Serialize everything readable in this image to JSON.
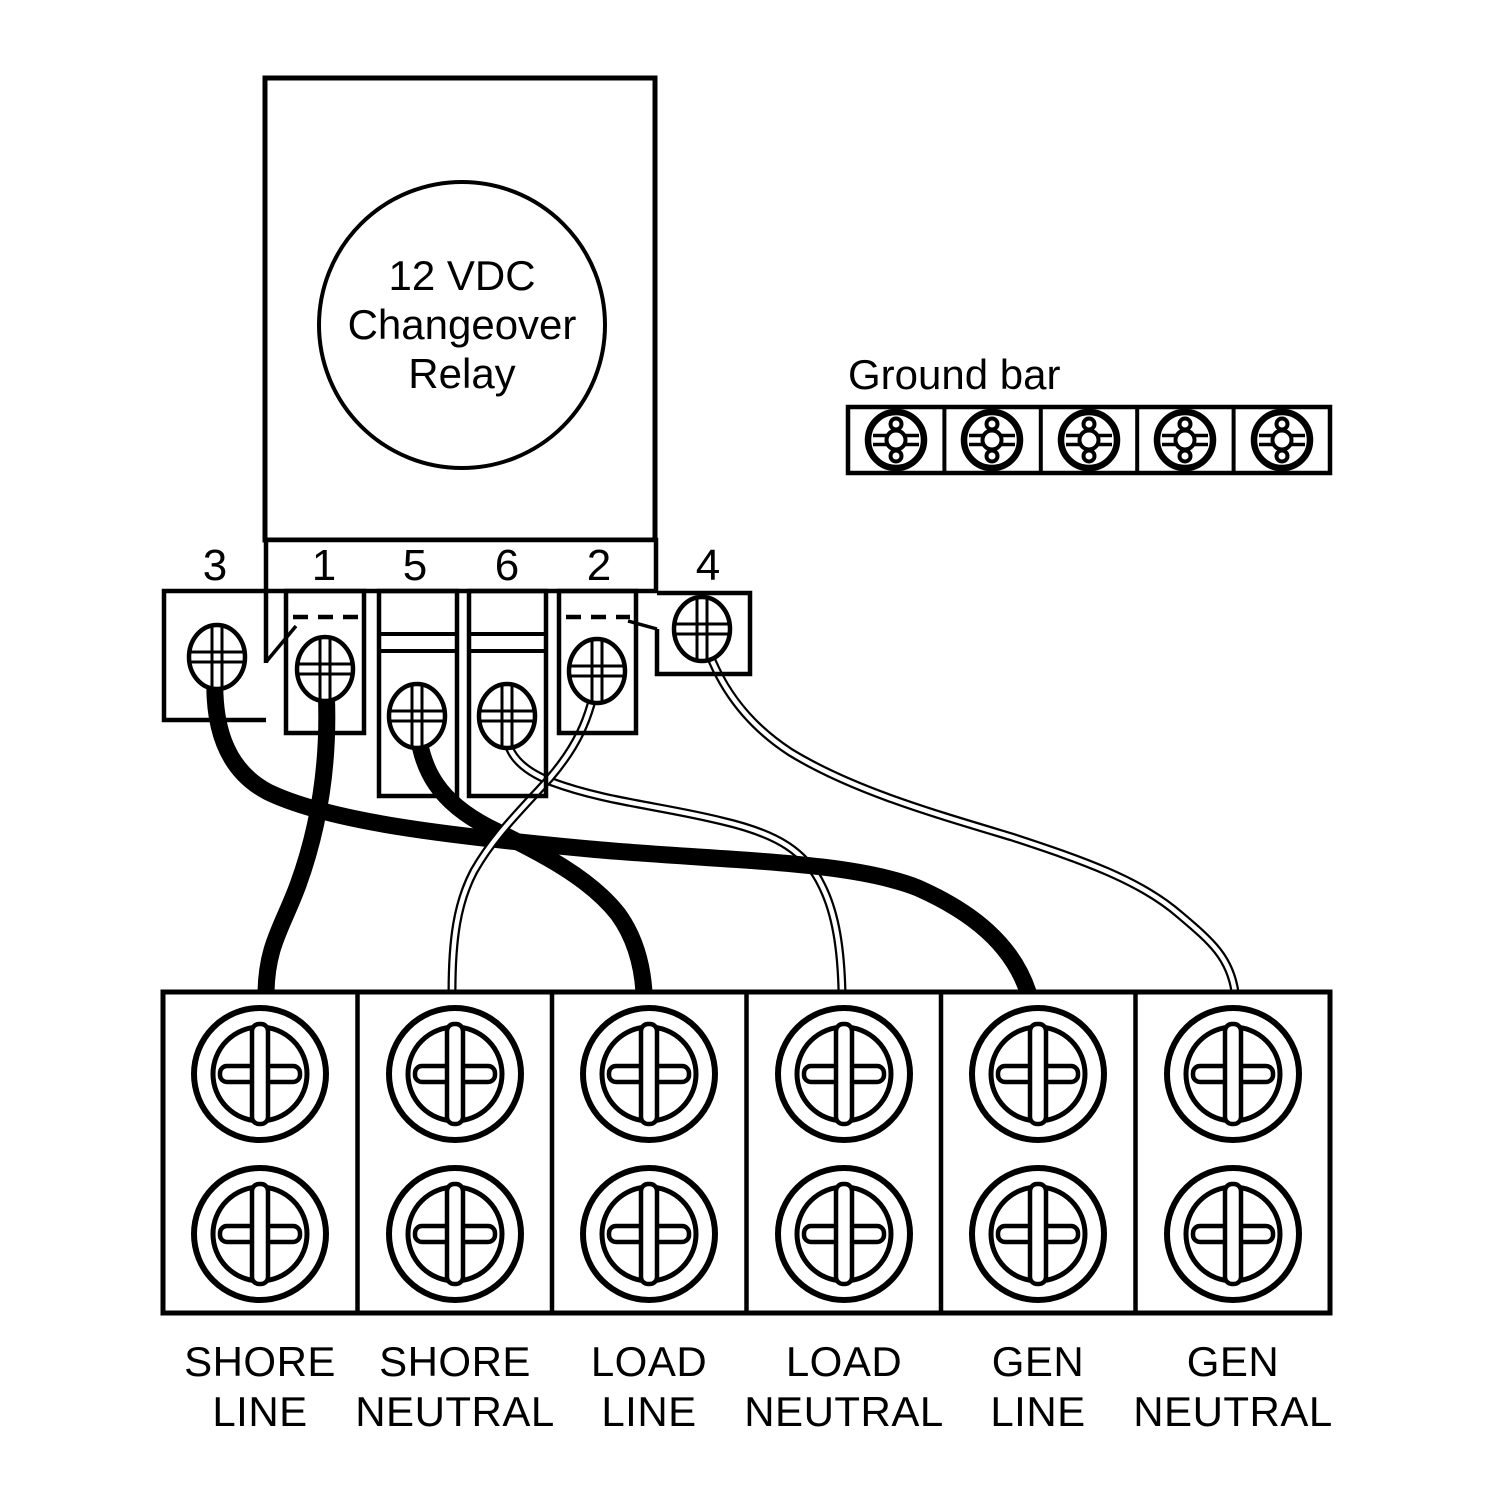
{
  "relay": {
    "title_lines": [
      "12 VDC",
      "Changeover",
      "Relay"
    ],
    "terminal_labels": [
      "3",
      "1",
      "5",
      "6",
      "2",
      "4"
    ]
  },
  "ground_bar": {
    "label": "Ground bar",
    "screw_count": 5
  },
  "bottom_terminals": [
    {
      "line1": "SHORE",
      "line2": "LINE"
    },
    {
      "line1": "SHORE",
      "line2": "NEUTRAL"
    },
    {
      "line1": "LOAD",
      "line2": "LINE"
    },
    {
      "line1": "LOAD",
      "line2": "NEUTRAL"
    },
    {
      "line1": "GEN",
      "line2": "LINE"
    },
    {
      "line1": "GEN",
      "line2": "NEUTRAL"
    }
  ],
  "connections": [
    {
      "from_terminal": "1",
      "to": "SHORE LINE",
      "wire": "thick-black"
    },
    {
      "from_terminal": "2",
      "to": "SHORE NEUTRAL",
      "wire": "thin-white"
    },
    {
      "from_terminal": "5",
      "to": "LOAD LINE",
      "wire": "thick-black"
    },
    {
      "from_terminal": "6",
      "to": "LOAD NEUTRAL",
      "wire": "thin-white"
    },
    {
      "from_terminal": "3",
      "to": "GEN LINE",
      "wire": "thick-black"
    },
    {
      "from_terminal": "4",
      "to": "GEN NEUTRAL",
      "wire": "thin-white"
    }
  ],
  "colors": {
    "ink": "#000000",
    "background": "#ffffff"
  }
}
